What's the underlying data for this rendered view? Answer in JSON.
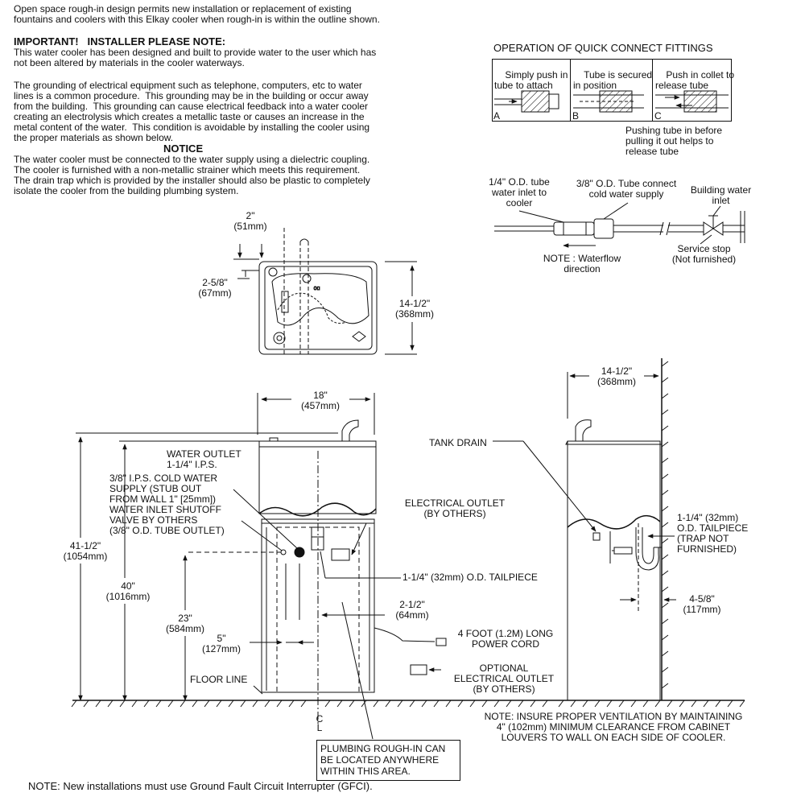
{
  "intro": "Open space rough-in design permits new installation or replacement of existing\nfountains and coolers with this Elkay cooler when rough-in is within the outline shown.",
  "important": {
    "heading": "IMPORTANT!   INSTALLER PLEASE NOTE:",
    "p1": "This water cooler has been designed and built to provide water to the user which has\nnot been altered by materials in the cooler waterways.",
    "p2": "The grounding of electrical equipment such as telephone, computers, etc to water\nlines is a common procedure.  This grounding may be in the building or occur away\nfrom the building.  This grounding can cause electrical feedback into a water cooler\ncreating an electrolysis which creates a metallic taste or causes an increase in the\nmetal content of the water.  This condition is avoidable by installing the cooler using\nthe proper materials as shown below."
  },
  "notice": {
    "heading": "NOTICE",
    "body": "The water cooler must be connected to the water supply using a dielectric coupling.\nThe cooler is furnished with a non-metallic strainer which meets this requirement.\nThe drain trap which is provided by the installer should also be plastic to completely\nisolate the cooler from the building plumbing system."
  },
  "quick_connect": {
    "title": "OPERATION OF QUICK CONNECT FITTINGS",
    "cells": [
      {
        "text": "Simply push in\ntube to attach",
        "letter": "A"
      },
      {
        "text": "Tube is secured\nin position",
        "letter": "B"
      },
      {
        "text": "Push in collet to\nrelease tube",
        "letter": "C"
      }
    ],
    "note": "Pushing tube in before\npulling it out helps to\nrelease tube"
  },
  "connection": {
    "label_quarter": "1/4\" O.D. tube\nwater inlet to\ncooler",
    "label_threeeighths": "3/8\" O.D. Tube connect\ncold water supply",
    "label_building": "Building water\ninlet",
    "label_stop": "Service stop\n(Not furnished)",
    "label_flow": "NOTE : Waterflow\ndirection"
  },
  "top_view": {
    "dim_2": "2\"\n(51mm)",
    "dim_258": "2-5/8\"\n(67mm)",
    "dim_1412": "14-1/2\"\n(368mm)"
  },
  "front_view": {
    "dim_18": "18\"\n(457mm)",
    "water_outlet": "WATER OUTLET\n1-1/4\" I.P.S.",
    "cold_supply": "3/8\" I.P.S. COLD WATER\nSUPPLY (STUB OUT\nFROM WALL 1\" [25mm])\nWATER INLET SHUTOFF\nVALVE BY OTHERS\n(3/8\" O.D. TUBE OUTLET)",
    "elec_outlet": "ELECTRICAL OUTLET\n(BY OTHERS)",
    "tailpiece": "1-1/4\" (32mm) O.D. TAILPIECE",
    "dim_4112": "41-1/2\"\n(1054mm)",
    "dim_40": "40\"\n(1016mm)",
    "dim_23": "23\"\n(584mm)",
    "dim_5": "5\"\n(127mm)",
    "dim_212": "2-1/2\"\n(64mm)",
    "power_cord": "4 FOOT (1.2M) LONG\nPOWER CORD",
    "optional_outlet": "OPTIONAL\nELECTRICAL OUTLET\n(BY OTHERS)",
    "floor_line": "FLOOR LINE",
    "centerline": "C\nL",
    "rough_in_box": "PLUMBING ROUGH-IN CAN\nBE LOCATED ANYWHERE\nWITHIN THIS AREA."
  },
  "side_view": {
    "dim_1412": "14-1/2\"\n(368mm)",
    "tank_drain": "TANK DRAIN",
    "tailpiece": "1-1/4\" (32mm)\nO.D. TAILPIECE\n(TRAP NOT\nFURNISHED)",
    "dim_458": "4-5/8\"\n(117mm)"
  },
  "ventilation_note": "NOTE: INSURE PROPER VENTILATION BY MAINTAINING\n4\" (102mm) MINIMUM CLEARANCE FROM CABINET\nLOUVERS TO WALL ON EACH SIDE OF COOLER.",
  "gfci_note": "NOTE: New installations must use Ground Fault Circuit Interrupter (GFCI)."
}
